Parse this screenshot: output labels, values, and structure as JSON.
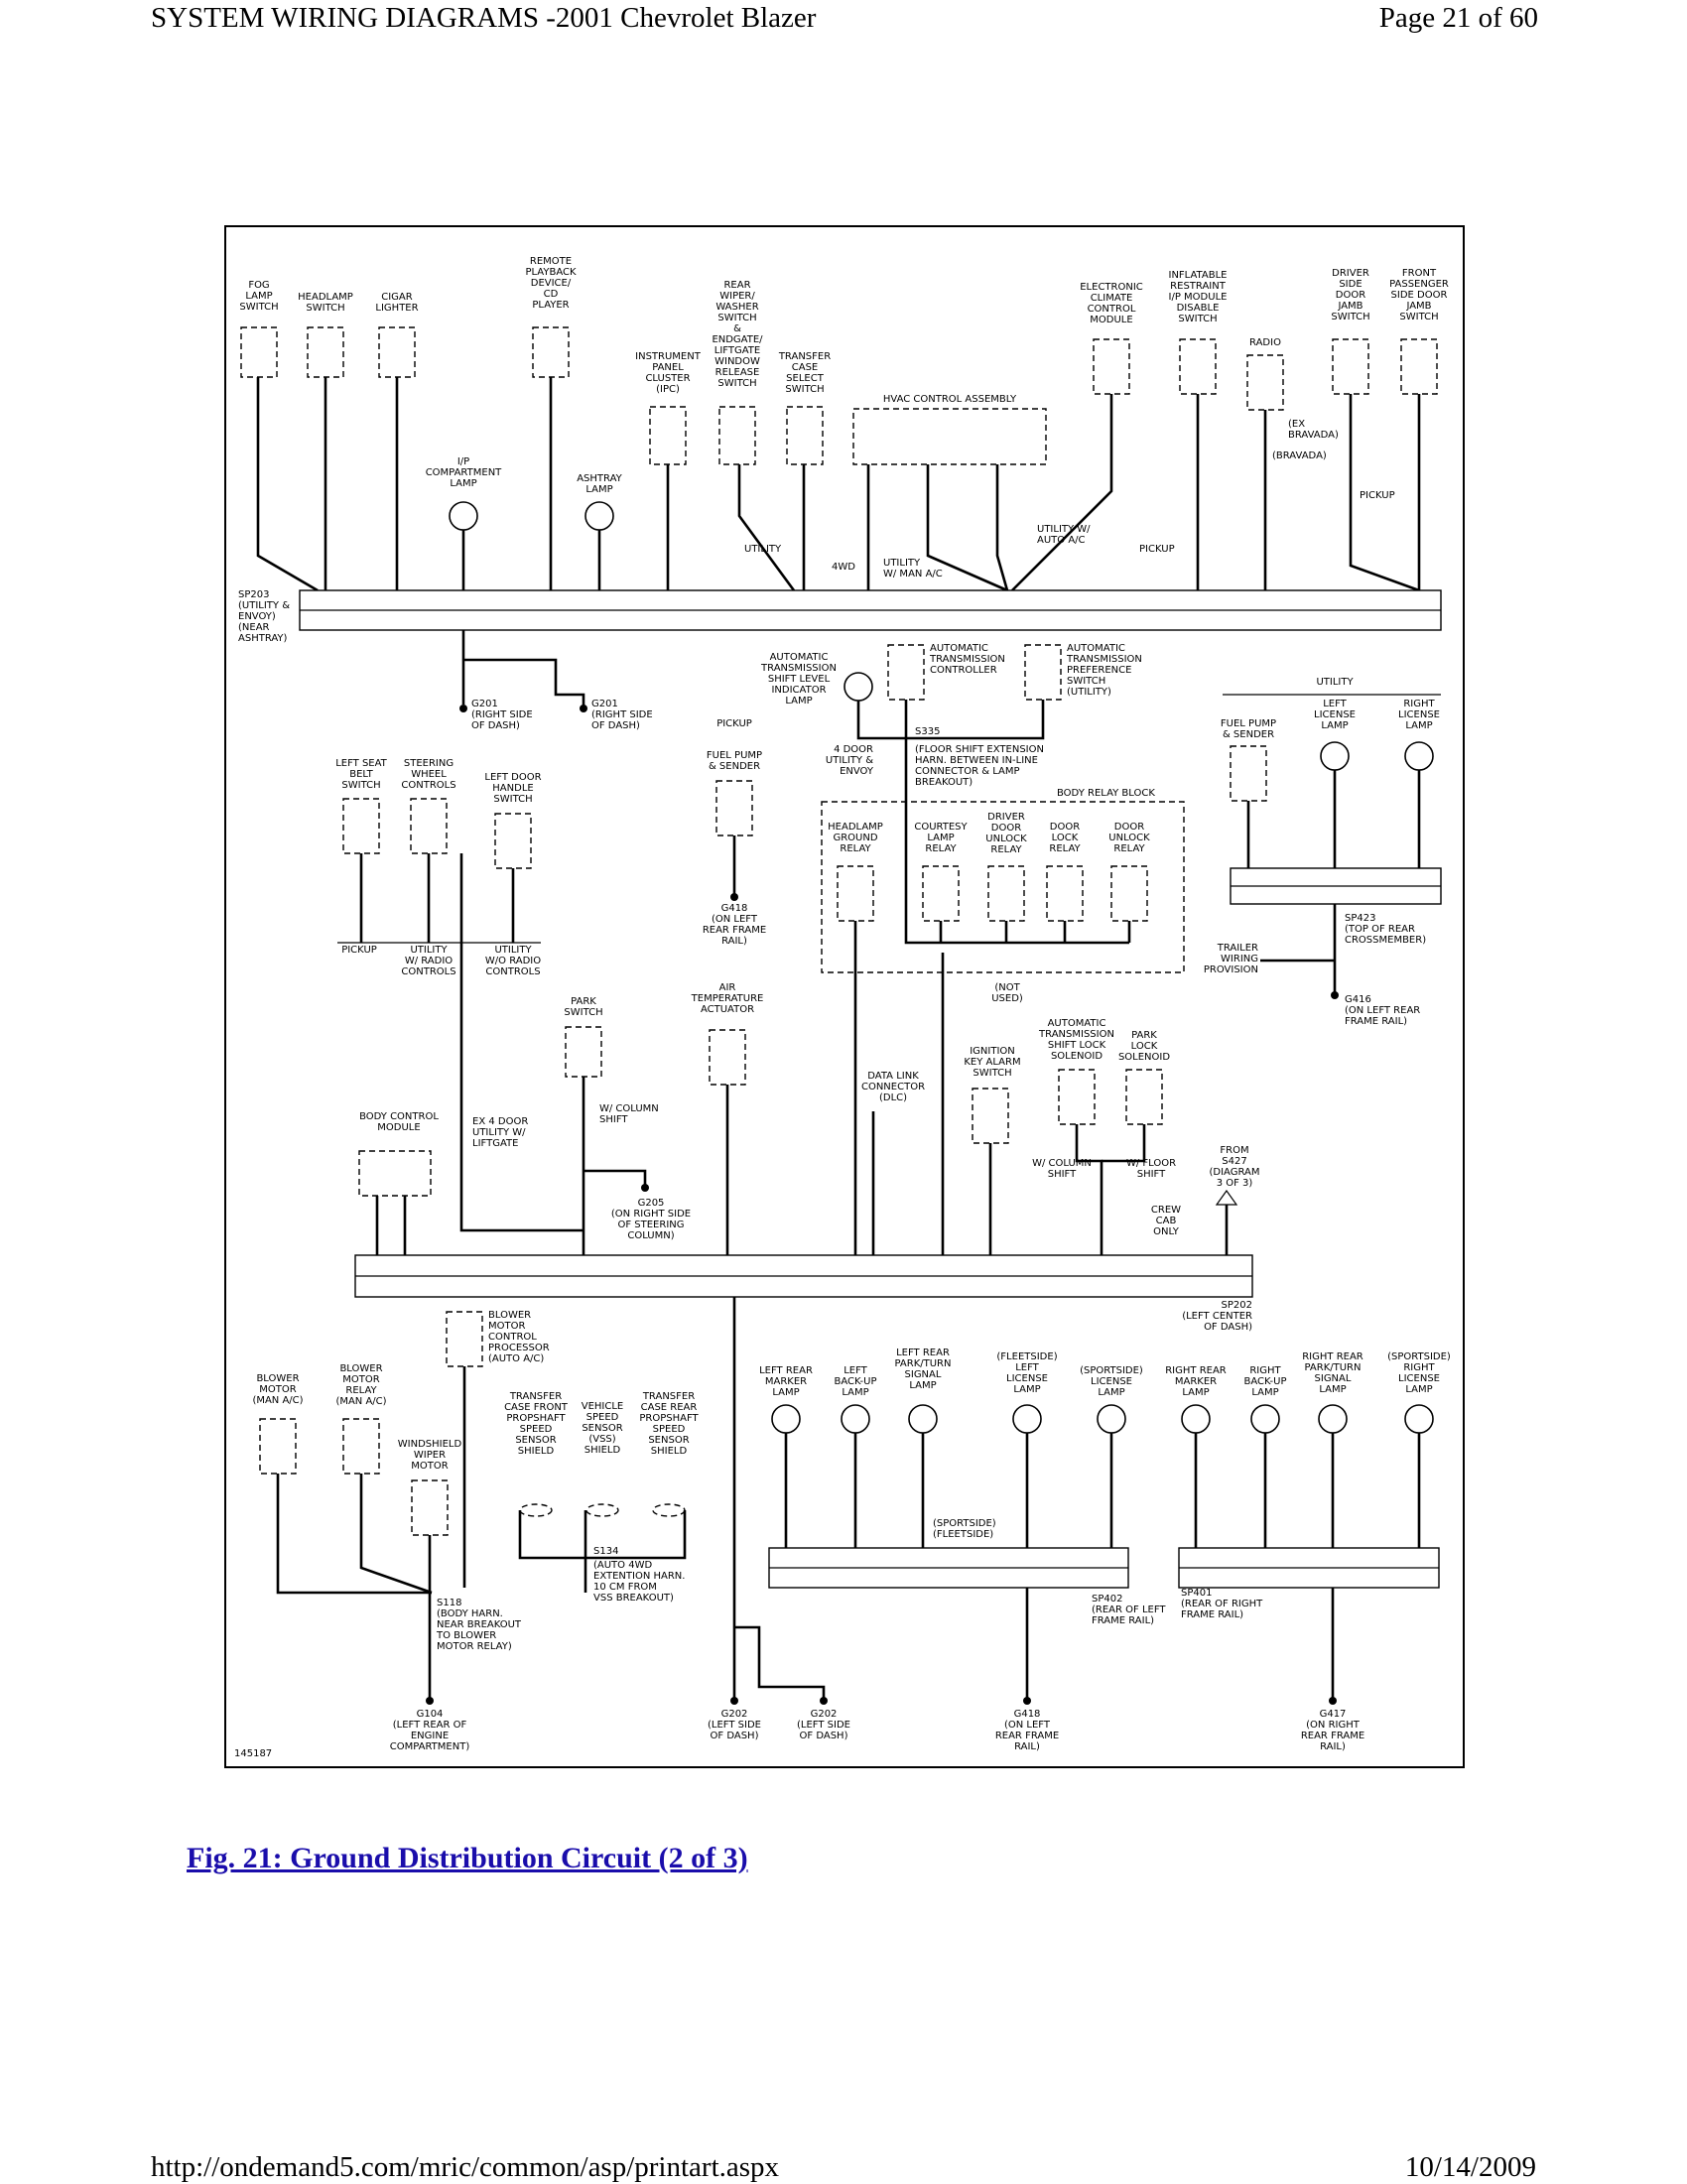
{
  "header": {
    "title": "SYSTEM WIRING DIAGRAMS -2001 Chevrolet Blazer",
    "page": "Page 21 of 60"
  },
  "footer": {
    "url": "http://ondemand5.com/mric/common/asp/printart.aspx",
    "date": "10/14/2009"
  },
  "figure": {
    "caption": "Fig. 21: Ground Distribution Circuit (2 of 3)",
    "id": "145187"
  },
  "diagram_labels": {
    "fog_lamp_switch": [
      "FOG",
      "LAMP",
      "SWITCH"
    ],
    "headlamp_switch": [
      "HEADLAMP",
      "SWITCH"
    ],
    "cigar_lighter": [
      "CIGAR",
      "LIGHTER"
    ],
    "remote_playback": [
      "REMOTE",
      "PLAYBACK",
      "DEVICE/",
      "CD",
      "PLAYER"
    ],
    "rear_wiper": [
      "REAR",
      "WIPER/",
      "WASHER",
      "SWITCH",
      "&",
      "ENDGATE/",
      "LIFTGATE",
      "WINDOW",
      "RELEASE",
      "SWITCH"
    ],
    "ipc": [
      "INSTRUMENT",
      "PANEL",
      "CLUSTER",
      "(IPC)"
    ],
    "transfer_case_switch": [
      "TRANSFER",
      "CASE",
      "SELECT",
      "SWITCH"
    ],
    "hvac": [
      "HVAC CONTROL ASSEMBLY"
    ],
    "eccm": [
      "ELECTRONIC",
      "CLIMATE",
      "CONTROL",
      "MODULE"
    ],
    "inflatable": [
      "INFLATABLE",
      "RESTRAINT",
      "I/P MODULE",
      "DISABLE",
      "SWITCH"
    ],
    "radio": [
      "RADIO"
    ],
    "driver_jamb": [
      "DRIVER",
      "SIDE",
      "DOOR",
      "JAMB",
      "SWITCH"
    ],
    "front_pass_jamb": [
      "FRONT",
      "PASSENGER",
      "SIDE DOOR",
      "JAMB",
      "SWITCH"
    ],
    "ip_comp_lamp": [
      "I/P",
      "COMPARTMENT",
      "LAMP"
    ],
    "ashtray_lamp": [
      "ASHTRAY",
      "LAMP"
    ],
    "sp203": [
      "SP203",
      "(UTILITY &",
      "ENVOY)",
      "(NEAR",
      "ASHTRAY)"
    ],
    "g201a": [
      "G201",
      "(RIGHT SIDE",
      "OF DASH)"
    ],
    "g201b": [
      "G201",
      "(RIGHT SIDE",
      "OF DASH)"
    ],
    "at_shift_lamp": [
      "AUTOMATIC",
      "TRANSMISSION",
      "SHIFT LEVEL",
      "INDICATOR",
      "LAMP"
    ],
    "at_controller": [
      "AUTOMATIC",
      "TRANSMISSION",
      "CONTROLLER"
    ],
    "at_pref_switch": [
      "AUTOMATIC",
      "TRANSMISSION",
      "PREFERENCE",
      "SWITCH",
      "(UTILITY)"
    ],
    "s335": [
      "S335"
    ],
    "s335_note": [
      "(FLOOR SHIFT EXTENSION",
      "HARN. BETWEEN IN-LINE",
      "CONNECTOR & LAMP",
      "BREAKOUT)"
    ],
    "four_door": [
      "4 DOOR",
      "UTILITY &",
      "ENVOY"
    ],
    "body_relay_block": [
      "BODY RELAY BLOCK"
    ],
    "headlamp_gnd_relay": [
      "HEADLAMP",
      "GROUND",
      "RELAY"
    ],
    "courtesy_relay": [
      "COURTESY",
      "LAMP",
      "RELAY"
    ],
    "driver_unlock": [
      "DRIVER",
      "DOOR",
      "UNLOCK",
      "RELAY"
    ],
    "door_lock_relay": [
      "DOOR",
      "LOCK",
      "RELAY"
    ],
    "door_unlock_relay": [
      "DOOR",
      "UNLOCK",
      "RELAY"
    ],
    "not_used": [
      "(NOT",
      "USED)"
    ],
    "pickup_fuel": [
      "PICKUP"
    ],
    "fuel_pump_sender": [
      "FUEL PUMP",
      "& SENDER"
    ],
    "g418a": [
      "G418",
      "(ON LEFT",
      "REAR FRAME",
      "RAIL)"
    ],
    "left_seat_belt": [
      "LEFT SEAT",
      "BELT",
      "SWITCH"
    ],
    "steering_wheel": [
      "STEERING",
      "WHEEL",
      "CONTROLS"
    ],
    "left_door_handle": [
      "LEFT DOOR",
      "HANDLE",
      "SWITCH"
    ],
    "pickup_lbl": [
      "PICKUP"
    ],
    "utility_radio": [
      "UTILITY",
      "W/ RADIO",
      "CONTROLS"
    ],
    "utility_no_radio": [
      "UTILITY",
      "W/O RADIO",
      "CONTROLS"
    ],
    "utility_hdr": [
      "UTILITY"
    ],
    "fuel_pump_right": [
      "FUEL PUMP",
      "& SENDER"
    ],
    "left_license": [
      "LEFT",
      "LICENSE",
      "LAMP"
    ],
    "right_license": [
      "RIGHT",
      "LICENSE",
      "LAMP"
    ],
    "sp423": [
      "SP423",
      "(TOP OF REAR",
      "CROSSMEMBER)"
    ],
    "trailer": [
      "TRAILER",
      "WIRING",
      "PROVISION"
    ],
    "g416": [
      "G416",
      "(ON LEFT REAR",
      "FRAME RAIL)"
    ],
    "park_switch": [
      "PARK",
      "SWITCH"
    ],
    "air_temp": [
      "AIR",
      "TEMPERATURE",
      "ACTUATOR"
    ],
    "dlc": [
      "DATA LINK",
      "CONNECTOR",
      "(DLC)"
    ],
    "ignition_key": [
      "IGNITION",
      "KEY ALARM",
      "SWITCH"
    ],
    "at_shift_lock": [
      "AUTOMATIC",
      "TRANSMISSION",
      "SHIFT LOCK",
      "SOLENOID"
    ],
    "park_lock": [
      "PARK",
      "LOCK",
      "SOLENOID"
    ],
    "body_control": [
      "BODY CONTROL",
      "MODULE"
    ],
    "ex4door": [
      "EX 4 DOOR",
      "UTILITY W/",
      "LIFTGATE"
    ],
    "w_column_shift": [
      "W/ COLUMN",
      "SHIFT"
    ],
    "g205": [
      "G205",
      "(ON RIGHT SIDE",
      "OF STEERING",
      "COLUMN)"
    ],
    "w_column_shift2": [
      "W/ COLUMN",
      "SHIFT"
    ],
    "w_floor_shift": [
      "W/ FLOOR",
      "SHIFT"
    ],
    "from_s427": [
      "FROM",
      "S427",
      "(DIAGRAM",
      "3 OF 3)"
    ],
    "crew_cab": [
      "CREW",
      "CAB",
      "ONLY"
    ],
    "sp202": [
      "SP202",
      "(LEFT CENTER",
      "OF DASH)"
    ],
    "blower_proc": [
      "BLOWER",
      "MOTOR",
      "CONTROL",
      "PROCESSOR",
      "(AUTO A/C)"
    ],
    "blower_motor": [
      "BLOWER",
      "MOTOR",
      "(MAN A/C)"
    ],
    "blower_relay": [
      "BLOWER",
      "MOTOR",
      "RELAY",
      "(MAN A/C)"
    ],
    "wiper_motor": [
      "WINDSHIELD",
      "WIPER",
      "MOTOR"
    ],
    "tc_front": [
      "TRANSFER",
      "CASE FRONT",
      "PROPSHAFT",
      "SPEED",
      "SENSOR",
      "SHIELD"
    ],
    "vss": [
      "VEHICLE",
      "SPEED",
      "SENSOR",
      "(VSS)",
      "SHIELD"
    ],
    "tc_rear": [
      "TRANSFER",
      "CASE REAR",
      "PROPSHAFT",
      "SPEED",
      "SENSOR",
      "SHIELD"
    ],
    "s134": [
      "S134"
    ],
    "s134_note": [
      "(AUTO 4WD",
      "EXTENTION HARN.",
      "10 CM FROM",
      "VSS BREAKOUT)"
    ],
    "s118": [
      "S118",
      "(BODY HARN.",
      "NEAR BREAKOUT",
      "TO BLOWER",
      "MOTOR RELAY)"
    ],
    "g104": [
      "G104",
      "(LEFT REAR OF",
      "ENGINE",
      "COMPARTMENT)"
    ],
    "g202a": [
      "G202",
      "(LEFT SIDE",
      "OF DASH)"
    ],
    "g202b": [
      "G202",
      "(LEFT SIDE",
      "OF DASH)"
    ],
    "lr_marker": [
      "LEFT REAR",
      "MARKER",
      "LAMP"
    ],
    "l_backup": [
      "LEFT",
      "BACK-UP",
      "LAMP"
    ],
    "lr_park": [
      "LEFT REAR",
      "PARK/TURN",
      "SIGNAL",
      "LAMP"
    ],
    "fleet_license": [
      "(FLEETSIDE)",
      "LEFT",
      "LICENSE",
      "LAMP"
    ],
    "sport_license": [
      "(SPORTSIDE)",
      "LICENSE",
      "LAMP"
    ],
    "rr_marker": [
      "RIGHT REAR",
      "MARKER",
      "LAMP"
    ],
    "r_backup": [
      "RIGHT",
      "BACK-UP",
      "LAMP"
    ],
    "rr_park": [
      "RIGHT REAR",
      "PARK/TURN",
      "SIGNAL",
      "LAMP"
    ],
    "sport_right_license": [
      "(SPORTSIDE)",
      "RIGHT",
      "LICENSE",
      "LAMP"
    ],
    "sportside_fleetside": [
      "(SPORTSIDE)",
      "(FLEETSIDE)"
    ],
    "sp402": [
      "SP402",
      "(REAR OF LEFT",
      "FRAME RAIL)"
    ],
    "sp401": [
      "SP401",
      "(REAR OF RIGHT",
      "FRAME RAIL)"
    ],
    "g418b": [
      "G418",
      "(ON LEFT",
      "REAR FRAME",
      "RAIL)"
    ],
    "g417": [
      "G417",
      "(ON RIGHT",
      "REAR FRAME",
      "RAIL)"
    ],
    "hvac_note_util": [
      "UTILITY W/",
      "AUTO A/C"
    ],
    "hvac_note_man": [
      "UTILITY",
      "W/ MAN A/C"
    ],
    "radio_ex": [
      "(EX",
      "BRAVADA)"
    ],
    "radio_brav": [
      "(BRAVADA)"
    ],
    "fourwd": [
      "4WD"
    ],
    "utility_lbl": [
      "UTILITY"
    ],
    "pickup_arrow_a": [
      "PICKUP"
    ],
    "pickup_arrow_b": [
      "PICKUP"
    ]
  }
}
